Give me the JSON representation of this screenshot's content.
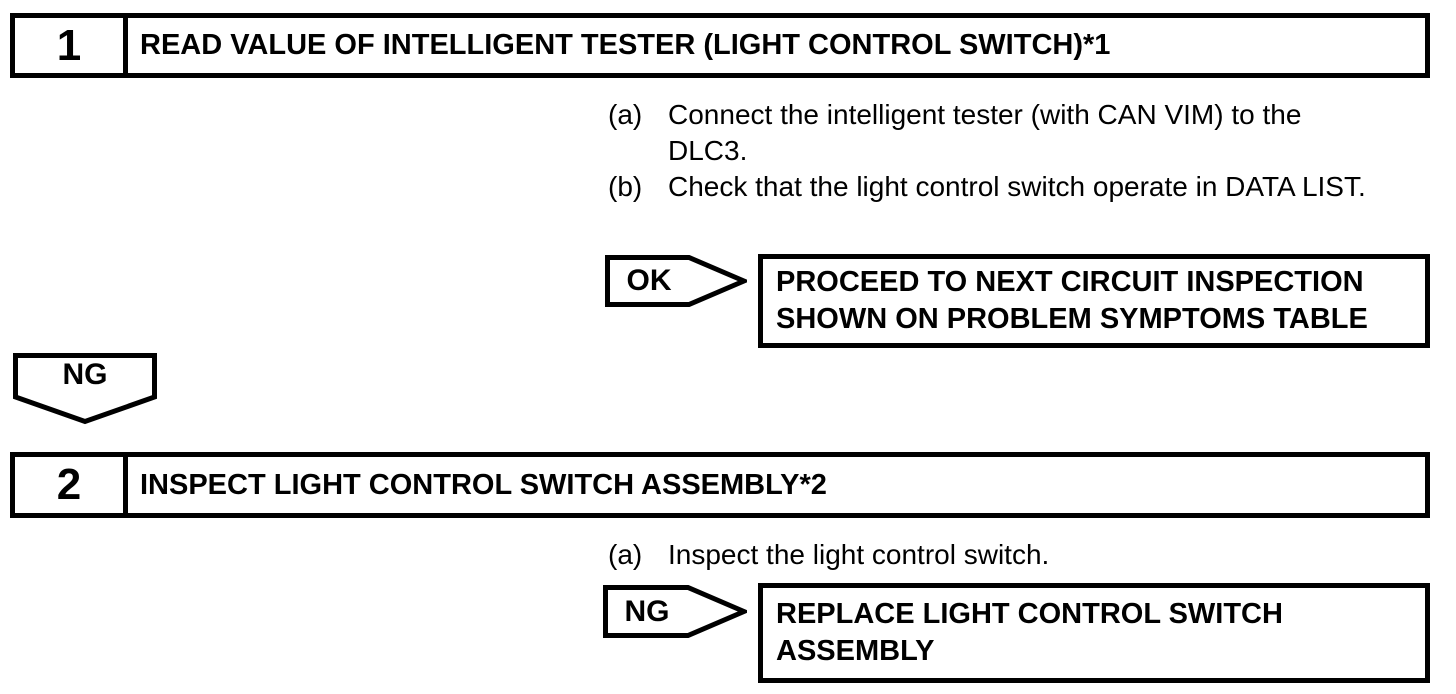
{
  "colors": {
    "ink": "#000000",
    "paper": "#ffffff"
  },
  "step1": {
    "number": "1",
    "title": "READ VALUE OF INTELLIGENT TESTER (LIGHT CONTROL SWITCH)*1",
    "substeps": [
      {
        "label": "(a)",
        "lines": [
          "Connect the intelligent tester (with CAN VIM) to the",
          "DLC3."
        ]
      },
      {
        "label": "(b)",
        "lines": [
          "Check that the light control switch operate in DATA LIST."
        ]
      }
    ],
    "ok": {
      "label": "OK",
      "result_lines": [
        "PROCEED TO NEXT CIRCUIT INSPECTION",
        "SHOWN ON PROBLEM SYMPTOMS TABLE"
      ]
    },
    "ng": {
      "label": "NG"
    }
  },
  "step2": {
    "number": "2",
    "title": "INSPECT LIGHT CONTROL SWITCH ASSEMBLY*2",
    "substeps": [
      {
        "label": "(a)",
        "lines": [
          "Inspect the light control switch."
        ]
      }
    ],
    "ng": {
      "label": "NG",
      "result_lines": [
        "REPLACE LIGHT CONTROL SWITCH",
        "ASSEMBLY"
      ]
    }
  }
}
